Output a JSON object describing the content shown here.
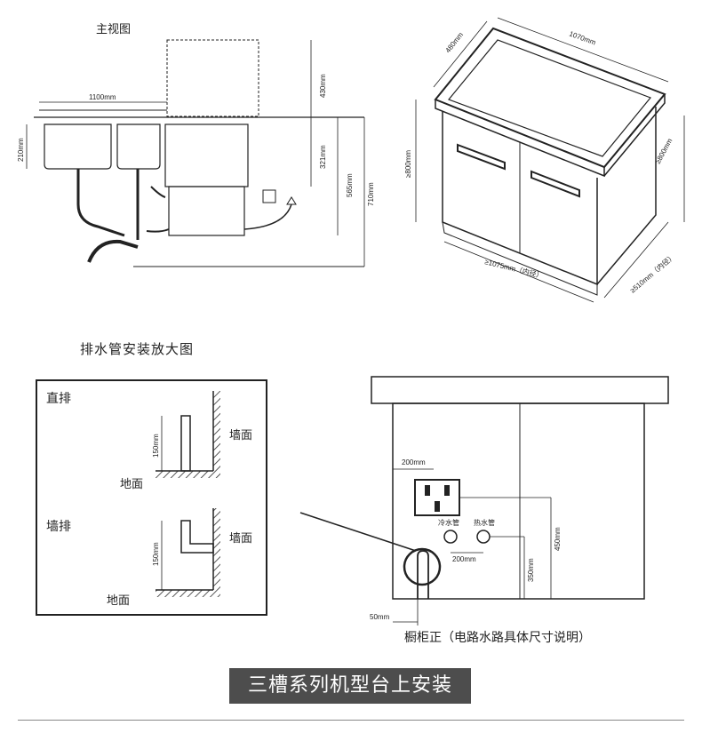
{
  "front_view": {
    "title": "主视图",
    "dims": {
      "width_1100": "1100mm",
      "sink_210": "210mm",
      "top_430": "430mm",
      "mid_321": "321mm",
      "h_565": "565mm",
      "h_710": "710mm"
    }
  },
  "cabinet_iso": {
    "dims": {
      "top_width": "1070mm",
      "top_depth": "480mm",
      "height": "≥800mm",
      "right_height": "≥800mm",
      "bottom_width": "≥1075mm（内径）",
      "bottom_depth": "≥510mm（内径）"
    }
  },
  "drain_detail": {
    "title": "排水管安装放大图",
    "direct": {
      "label": "直排",
      "height": "150mm",
      "wall": "墙面",
      "floor": "地面"
    },
    "wall_drain": {
      "label": "墙排",
      "height": "150mm",
      "wall": "墙面",
      "floor": "地面"
    }
  },
  "cabinet_front": {
    "dims": {
      "socket_width": "200mm",
      "cold_pipe": "冷水管",
      "hot_pipe": "热水管",
      "pipe_gap": "200mm",
      "h_450": "450mm",
      "h_350": "350mm",
      "offset_50": "50mm"
    },
    "caption": "橱柜正（电路水路具体尺寸说明）"
  },
  "banner": "三槽系列机型台上安装"
}
